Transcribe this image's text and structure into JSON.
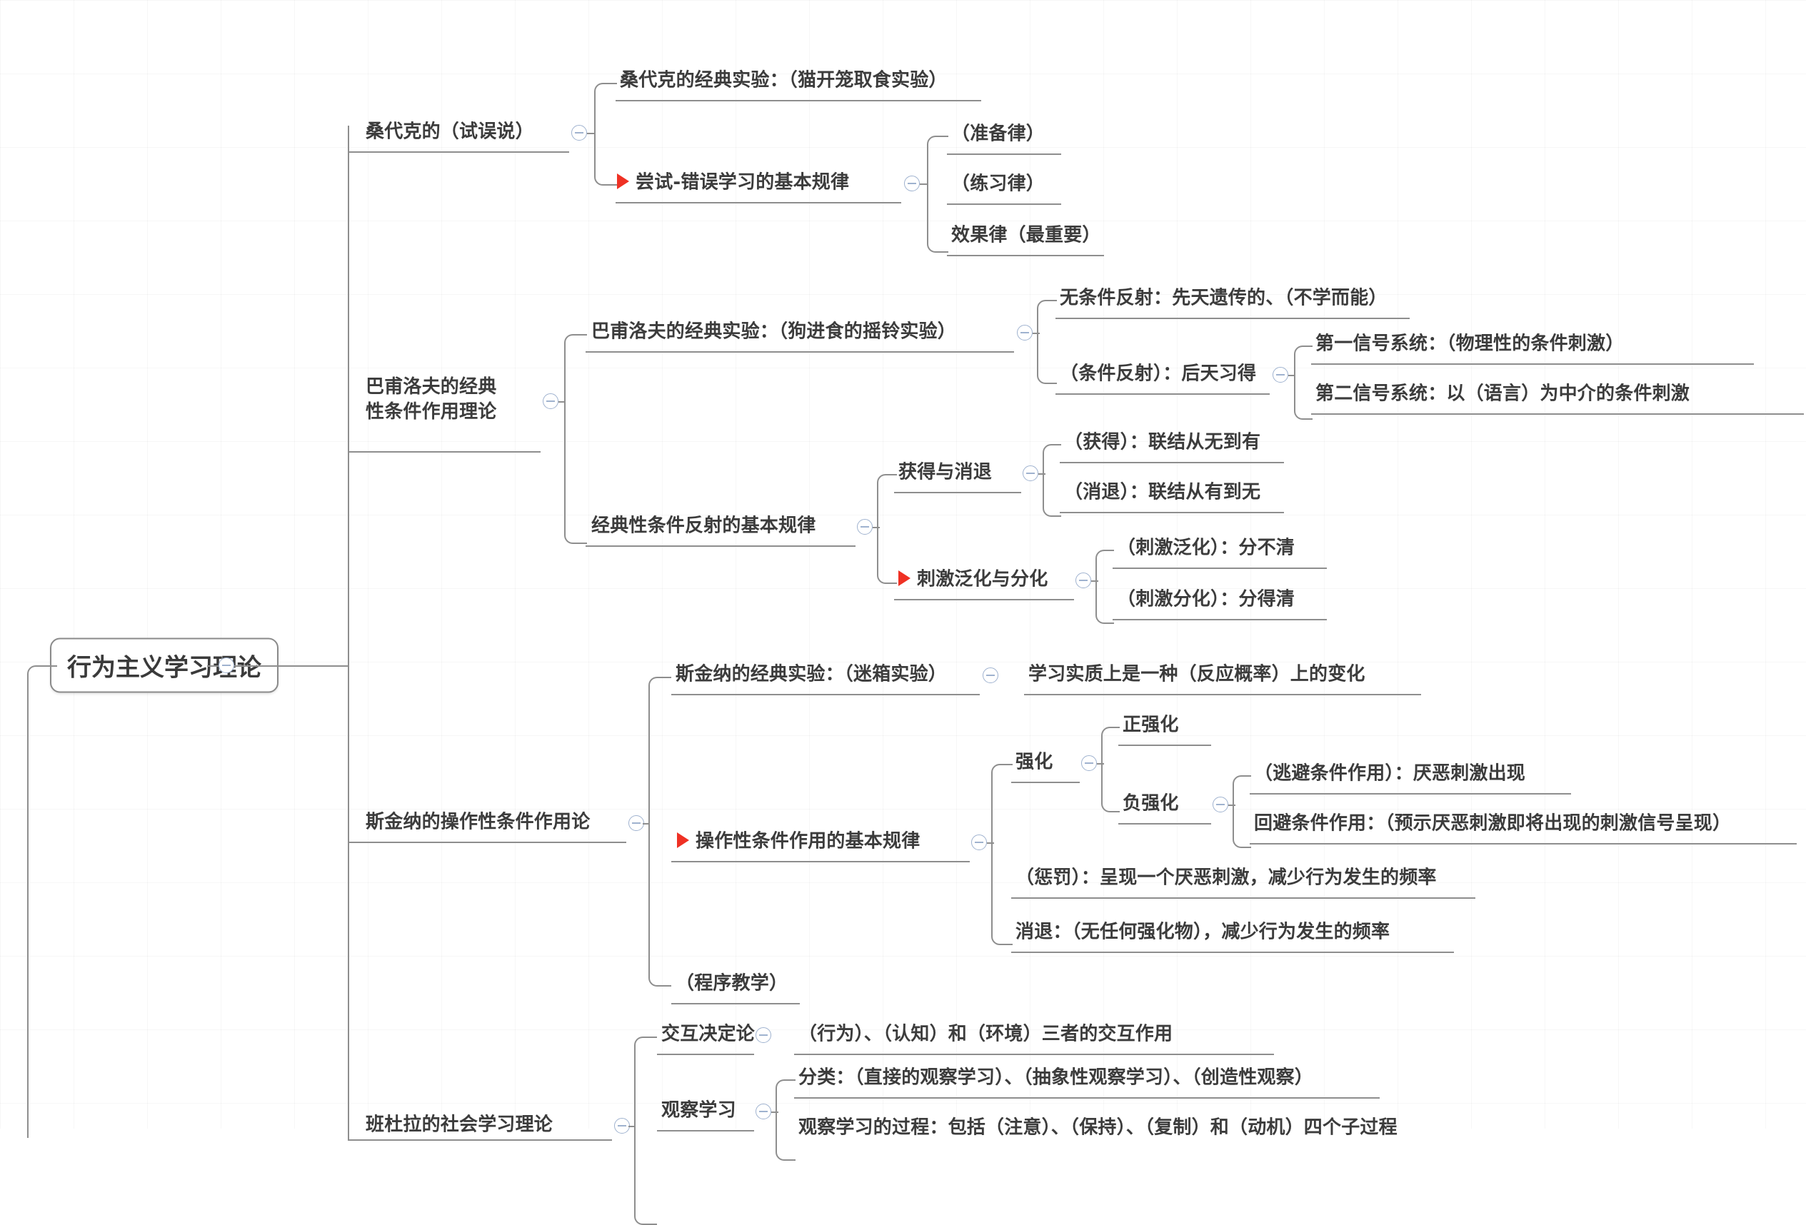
{
  "title": "行为主义学习理论",
  "root": {
    "label": "行为主义学习理论"
  },
  "branches": {
    "thorndike": {
      "label": "桑代克的（试误说）",
      "experiment": "桑代克的经典实验：（猫开笼取食实验）",
      "laws_title": "尝试-错误学习的基本规律",
      "laws": [
        "（准备律）",
        "（练习律）",
        "效果律（最重要）"
      ]
    },
    "pavlov": {
      "label": "巴甫洛夫的经典\n性条件作用理论",
      "experiment": "巴甫洛夫的经典实验：（狗进食的摇铃实验）",
      "unconditioned": "无条件反射：先天遗传的、（不学而能）",
      "conditioned": "（条件反射）：后天习得",
      "signal_systems": [
        "第一信号系统：（物理性的条件刺激）",
        "第二信号系统：以（语言）为中介的条件刺激"
      ],
      "laws_title": "经典性条件反射的基本规律",
      "acquisition_extinction_title": "获得与消退",
      "acquisition_extinction": [
        "（获得）：联结从无到有",
        "（消退）：联结从有到无"
      ],
      "generalization_title": "刺激泛化与分化",
      "generalization": [
        "（刺激泛化）：分不清",
        "（刺激分化）：分得清"
      ]
    },
    "skinner": {
      "label": "斯金纳的操作性条件作用论",
      "experiment": "斯金纳的经典实验：（迷箱实验）",
      "experiment_detail": "学习实质上是一种（反应概率）上的变化",
      "laws_title": "操作性条件作用的基本规律",
      "reinforcement_title": "强化",
      "positive": "正强化",
      "negative": "负强化",
      "negative_items": [
        "（逃避条件作用）：厌恶刺激出现",
        "回避条件作用：（预示厌恶刺激即将出现的刺激信号呈现）"
      ],
      "punishment": "（惩罚）：呈现一个厌恶刺激，减少行为发生的频率",
      "extinction": "消退：（无任何强化物），减少行为发生的频率",
      "programmed_instruction": "（程序教学）"
    },
    "bandura": {
      "label": "班杜拉的社会学习理论",
      "reciprocal_title": "交互决定论",
      "reciprocal_detail": "（行为）、（认知）和（环境）三者的交互作用",
      "observational_title": "观察学习",
      "classification": "分类：（直接的观察学习）、（抽象性观察学习）、（创造性观察）",
      "process": "观察学习的过程：包括（注意）、（保持）、（复制）和（动机）四个子过程"
    }
  },
  "icons": {
    "toggle": "collapse-toggle-icon",
    "flag": "red-flag-marker-icon"
  },
  "colors": {
    "line": "#8e8e8e",
    "text": "#3c3c3c",
    "flag": "#ef3124",
    "toggle_border": "#9fb2cf"
  }
}
